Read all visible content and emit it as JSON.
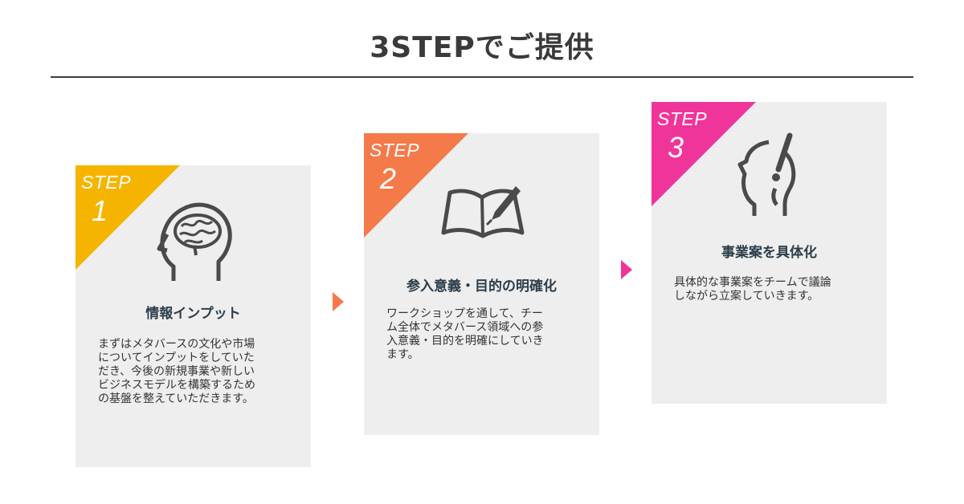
{
  "header": {
    "title": "3STEPでご提供"
  },
  "steps": [
    {
      "step_label": "STEP",
      "number": "1",
      "badge_color": "#f5b400",
      "icon": "brain-head-icon",
      "title": "情報インプット",
      "description": "まずはメタバースの文化や市場\nについてインプットをしていた\nだき、今後の新規事業や新しい\nビジネスモデルを構築するため\nの基盤を整えていただきます。"
    },
    {
      "step_label": "STEP",
      "number": "2",
      "badge_color": "#f47a4a",
      "icon": "open-book-pen-icon",
      "title": "参入意義・目的の明確化",
      "description": "ワークショップを通して、チー\nム全体でメタバース領域への参\n入意義・目的を明確にしていき\nます。"
    },
    {
      "step_label": "STEP",
      "number": "3",
      "badge_color": "#f0359a",
      "icon": "head-idea-icon",
      "title": "事業案を具体化",
      "description": "具体的な事業案をチームで議論\nしながら立案していきます。"
    }
  ],
  "arrows": [
    {
      "color": "#f47a4a",
      "icon": "triangle-right-icon"
    },
    {
      "color": "#f0359a",
      "icon": "triangle-right-icon"
    }
  ]
}
